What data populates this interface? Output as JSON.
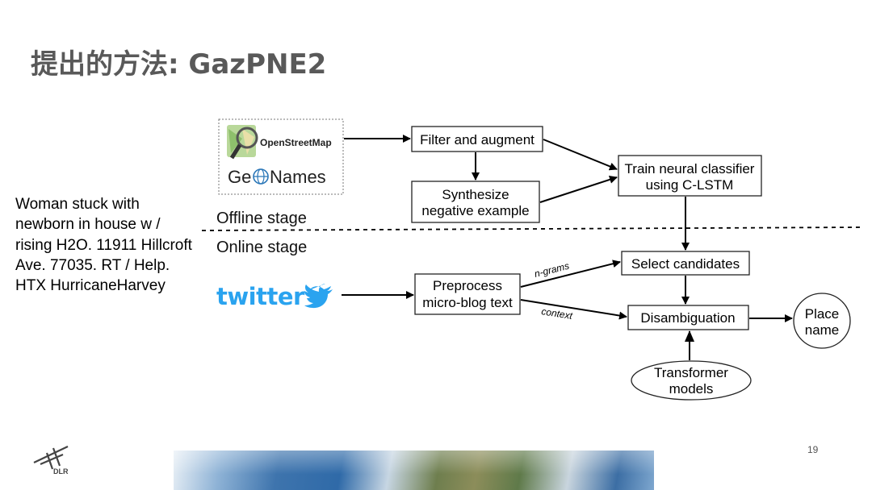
{
  "slide": {
    "title": "提出的方法: GazPNE2",
    "tweet_text": "Woman stuck with newborn in house w / rising H2O. 11911 Hillcroft Ave. 77035. RT / Help. HTX HurricaneHarvey",
    "page_number": "19",
    "logo_text": "DLR"
  },
  "diagram": {
    "sources": {
      "osm": "OpenStreetMap",
      "geonames_pre": "Ge",
      "geonames_post": "Names",
      "twitter": "twitter"
    },
    "stages": {
      "offline": "Offline stage",
      "online": "Online stage"
    },
    "boxes": {
      "filter": "Filter and augment",
      "synth_1": "Synthesize",
      "synth_2": "negative example",
      "train_1": "Train neural classifier",
      "train_2": "using C-LSTM",
      "pre_1": "Preprocess",
      "pre_2": "micro-blog text",
      "select": "Select candidates",
      "disamb": "Disambiguation",
      "place_1": "Place",
      "place_2": "name",
      "trans_1": "Transformer",
      "trans_2": "models"
    },
    "edge_labels": {
      "ngrams": "n-grams",
      "context": "context"
    }
  },
  "colors": {
    "title": "#595959",
    "twitter_blue": "#2aa3ef",
    "osm_green": "#7ebc6f"
  }
}
